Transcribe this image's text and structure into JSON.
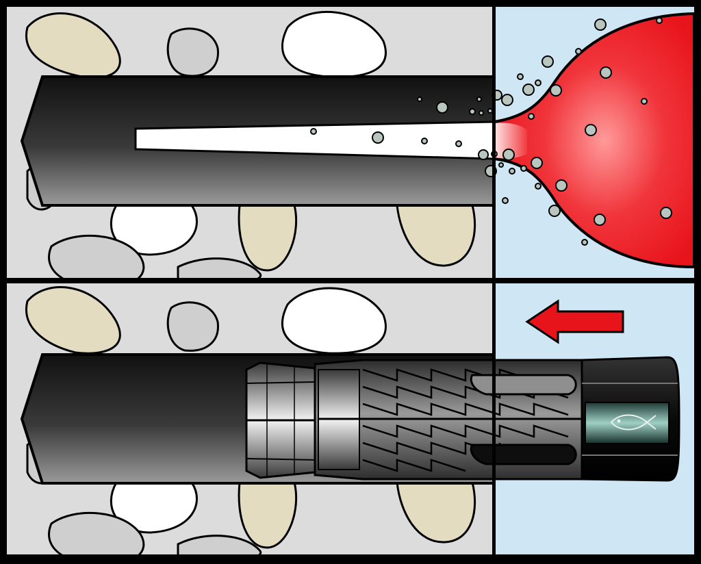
{
  "figure": {
    "panels": [
      {
        "id": "top",
        "content": "borehole-cleaning-blower"
      },
      {
        "id": "bottom",
        "content": "anchor-insertion"
      }
    ],
    "colors": {
      "background_concrete": "#dcdcdc",
      "wall_surface": "#cfe7f5",
      "blower_bulb": "#ec1c24",
      "arrow": "#e8141b",
      "dust_particle": "#b9c6c0",
      "pebble_beige": "#e4dcc0",
      "pebble_white": "#ffffff",
      "pebble_grey": "#cfcfcf",
      "borehole_dark": "#1b1b1b",
      "anchor_sleeve": "#5a5a5a",
      "outline": "#000000"
    },
    "arrow": {
      "direction": "left",
      "meaning": "insert"
    },
    "anchor_logo_icon": "fish-icon"
  }
}
